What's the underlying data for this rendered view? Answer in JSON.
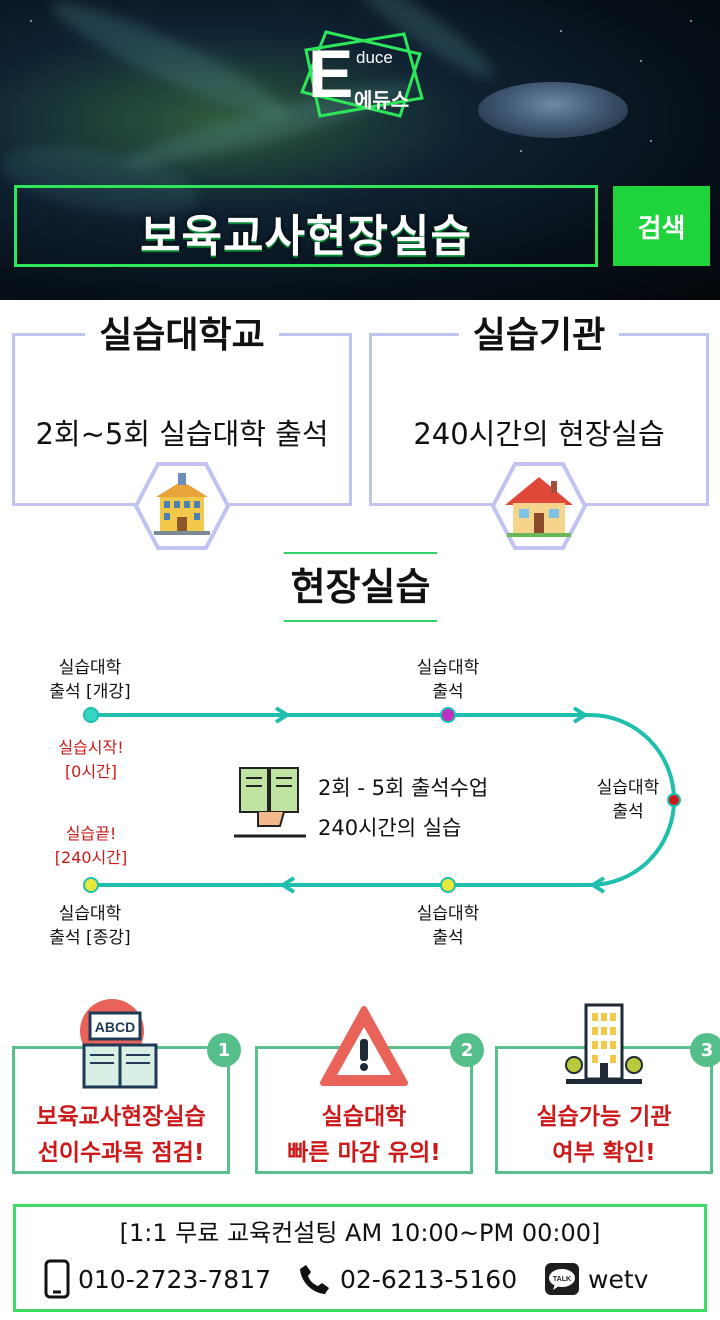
{
  "brand": {
    "logo_letter": "E",
    "logo_suffix": "duce",
    "logo_korean": "에듀스"
  },
  "hero": {
    "title": "보육교사현장실습",
    "search_label": "검색"
  },
  "cards": [
    {
      "label": "실습대학교",
      "desc": "2회~5회 실습대학 출석",
      "icon": "school-building-icon"
    },
    {
      "label": "실습기관",
      "desc": "240시간의 현장실습",
      "icon": "house-icon"
    }
  ],
  "section_title": "현장실습",
  "timeline": {
    "top_left": "실습대학\n출석 [개강]",
    "top_mid": "실습대학\n출석",
    "right": "실습대학\n출석",
    "bottom_mid": "실습대학\n출석",
    "bottom_left": "실습대학\n출석 [종강]",
    "start_note": "실습시작!\n[0시간]",
    "end_note": "실습끝!\n[240시간]",
    "center_line1": "2회 - 5회 출석수업",
    "center_line2": "240시간의 실습",
    "colors": {
      "track": "#1fbfae",
      "start_dot": "#36d6c4",
      "mid_dot": "#c030c0",
      "right_dot": "#cc1a1a",
      "end_dot": "#e8e83a"
    }
  },
  "notices": [
    {
      "num": "1",
      "line1": "보육교사현장실습",
      "line2": "선이수과목 점검!",
      "icon": "book-abcd-icon"
    },
    {
      "num": "2",
      "line1": "실습대학",
      "line2": "빠른 마감 유의!",
      "icon": "warning-icon"
    },
    {
      "num": "3",
      "line1": "실습가능 기관",
      "line2": "여부 확인!",
      "icon": "building-icon"
    }
  ],
  "contact": {
    "hours": "[1:1 무료 교육컨설팅 AM 10:00~PM 00:00]",
    "mobile": "010-2723-7817",
    "phone": "02-6213-5160",
    "kakao_badge": "TALK",
    "kakao": "wetv"
  }
}
